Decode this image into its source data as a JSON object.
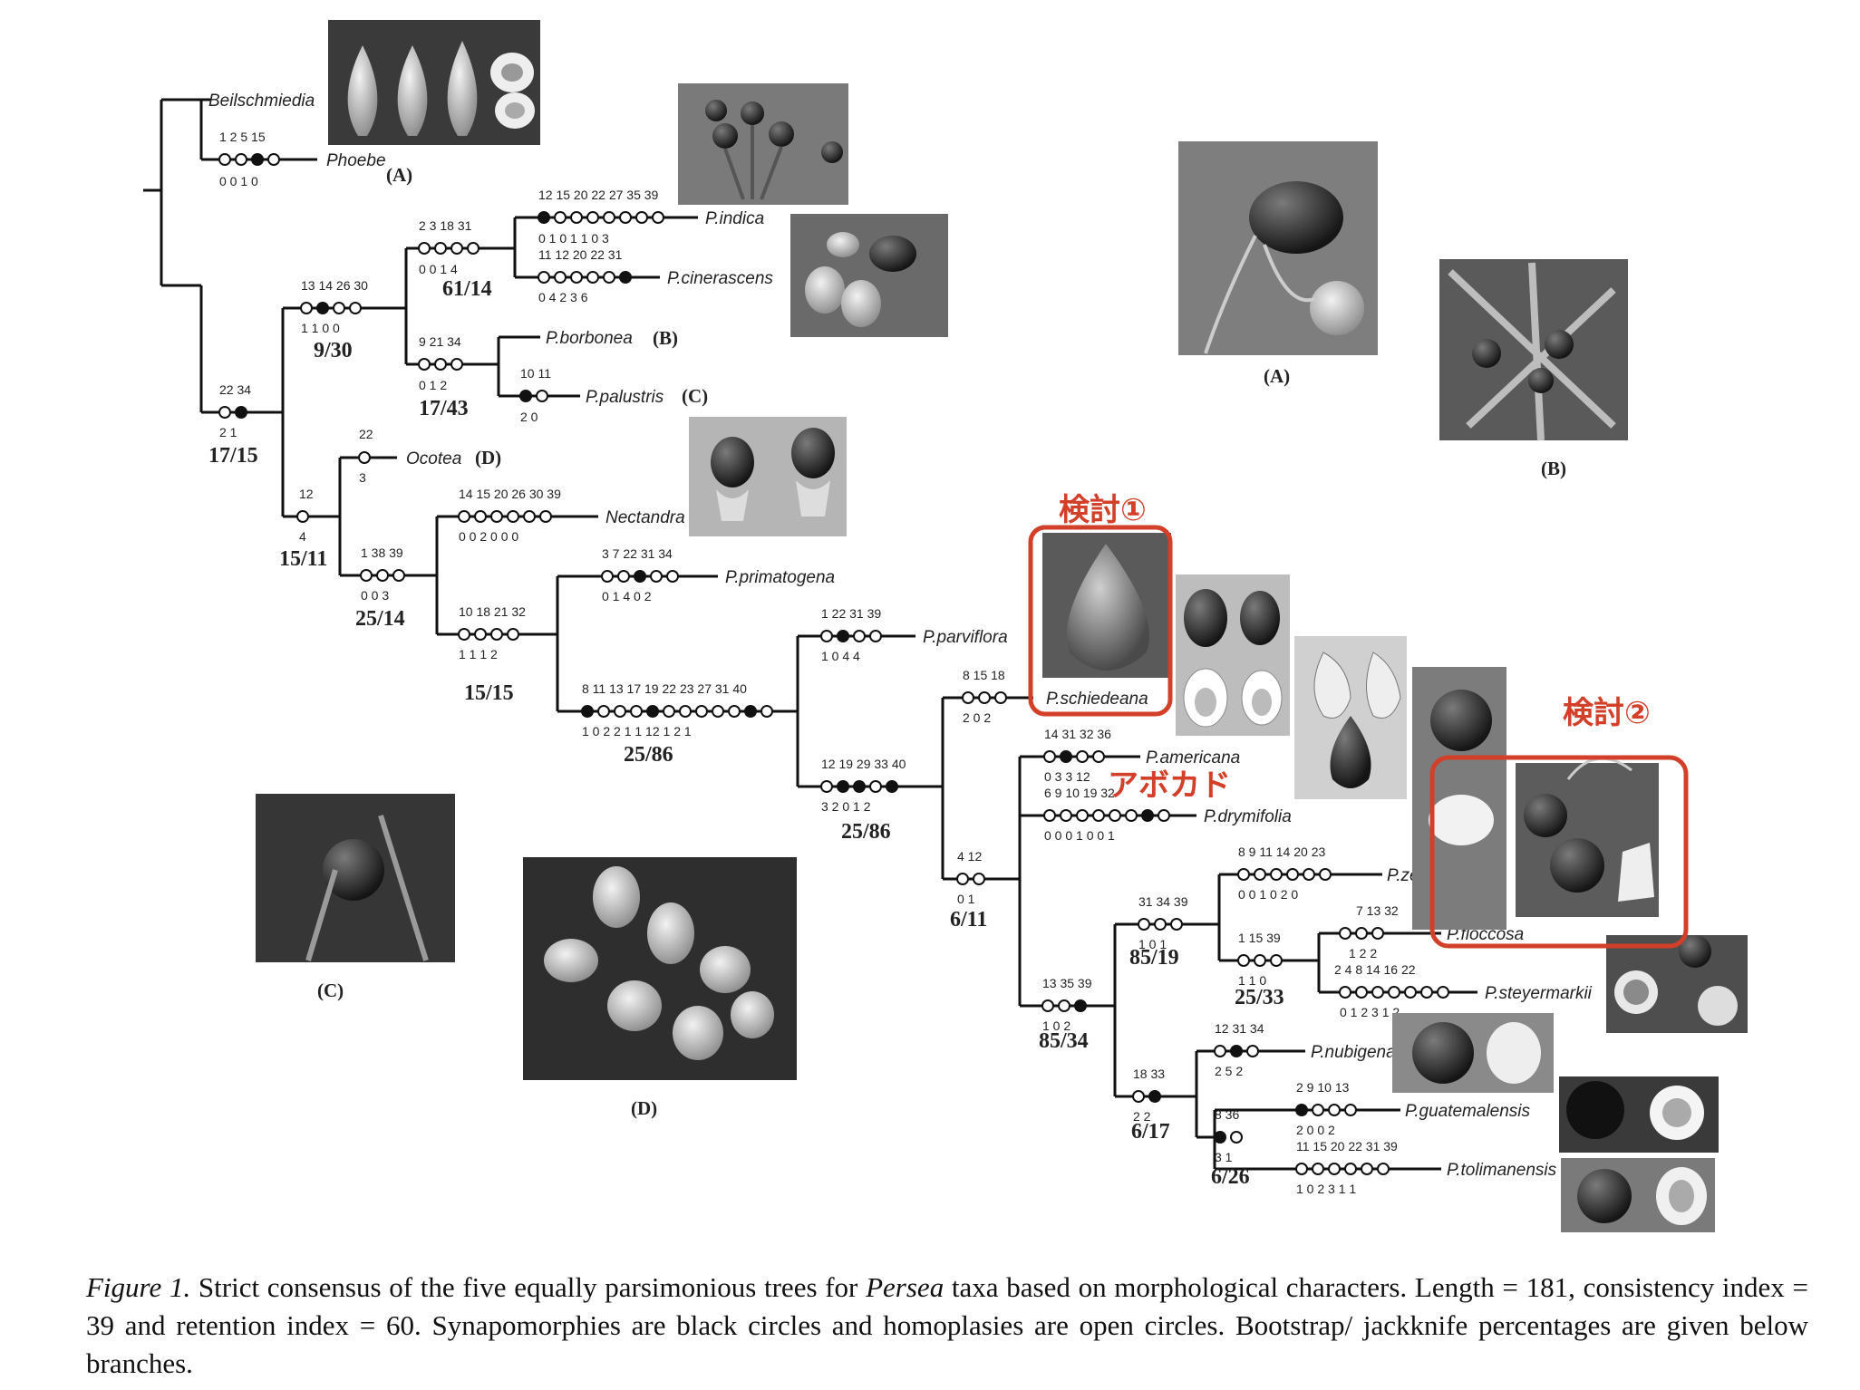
{
  "taxa": {
    "beilschmiedia": "Beilschmiedia",
    "phoebe": "Phoebe",
    "indica": "P.indica",
    "cinerascens": "P.cinerascens",
    "borbonea": "P.borbonea",
    "palustris": "P.palustris",
    "ocotea": "Ocotea",
    "nectandra": "Nectandra",
    "primatogena": "P.primatogena",
    "parviflora": "P.parviflora",
    "schiedeana": "P.schiedeana",
    "americana": "P.americana",
    "drymifolia": "P.drymifolia",
    "zentmyerii": "P.zentmyerii",
    "floccosa": "P.floccosa",
    "steyermarkii": "P.steyermarkii",
    "nubigena": "P.nubigena",
    "guatemalensis": "P.guatemalensis",
    "tolimanensis": "P.tolimanensis"
  },
  "support": {
    "n1715": "17/15",
    "n930": "9/30",
    "n6114": "61/14",
    "n1743": "17/43",
    "n1511a": "15/11",
    "n2514": "25/14",
    "n1515": "15/15",
    "n2586a": "25/86",
    "n2586b": "25/86",
    "n611": "6/11",
    "n8519": "85/19",
    "n2533": "25/33",
    "n8534": "85/34",
    "n617": "6/17",
    "n626": "6/26"
  },
  "photo_labels": {
    "a": "(A)",
    "b": "(B)",
    "c": "(C)",
    "d": "(D)"
  },
  "annotations": {
    "study1": "検討①",
    "study2": "検討②",
    "avocado": "アボカド",
    "color": "#d2402a"
  },
  "caption": {
    "fig_label": "Figure 1.",
    "text_1": " Strict consensus of the five equally parsimonious trees for ",
    "genus": "Persea",
    "text_2": " taxa based on morphological characters. Length = 181, consistency index = 39 and retention index = 60. Synapomorphies are black circles and homoplasies are open circles. Bootstrap/ jackknife percentages are given below branches."
  }
}
